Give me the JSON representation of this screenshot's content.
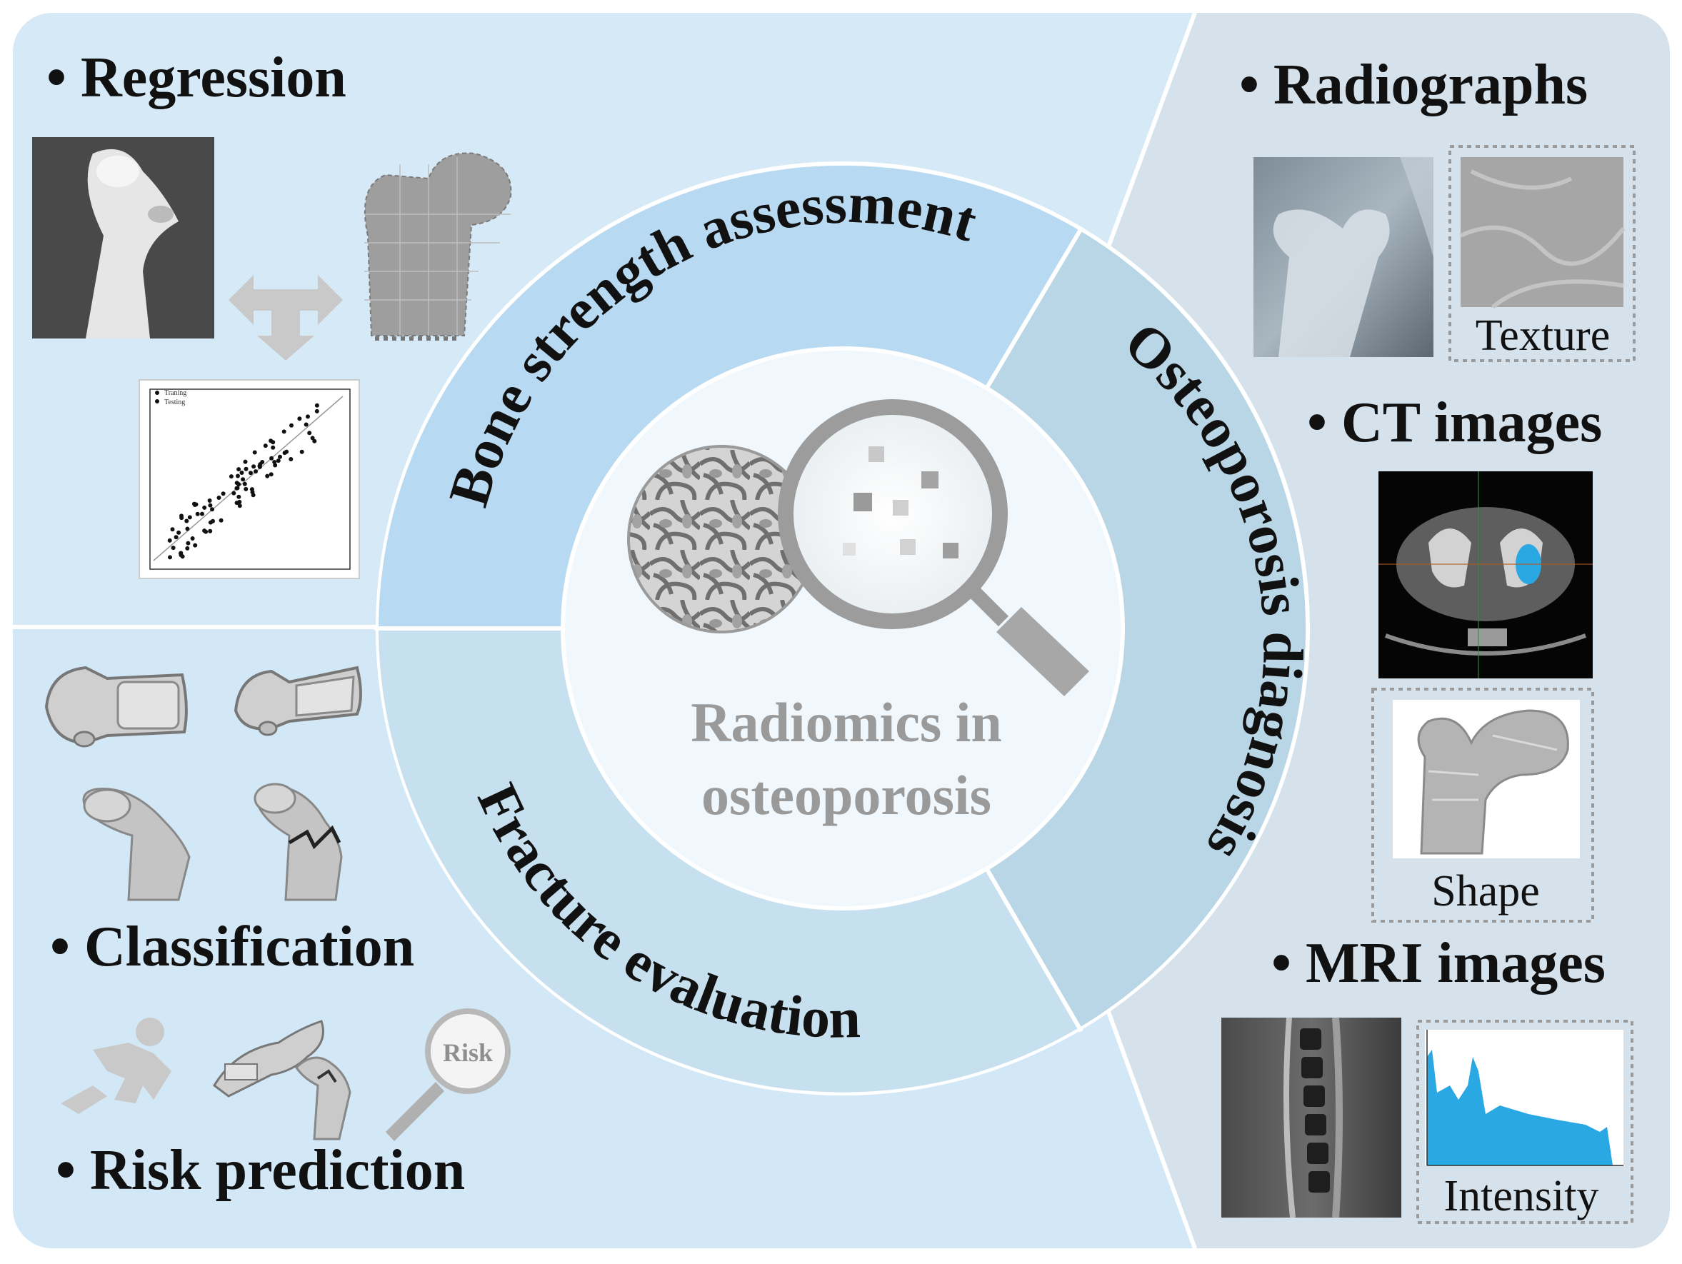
{
  "center": {
    "title_line1": "Radiomics in",
    "title_line2": "osteoporosis"
  },
  "ring": {
    "bone_strength": "Bone strength assessment",
    "osteoporosis_diagnosis": "Osteoporosis diagnosis",
    "fracture_evaluation": "Fracture evaluation"
  },
  "left": {
    "regression": "• Regression",
    "classification": "• Classification",
    "risk_prediction": "• Risk prediction",
    "risk_badge": "Risk",
    "legend_training": "Traning",
    "legend_testing": "Testing"
  },
  "right": {
    "radiographs": "• Radiographs",
    "texture": "Texture",
    "ct_images": "• CT images",
    "shape": "Shape",
    "mri_images": "• MRI images",
    "intensity": "Intensity"
  },
  "colors": {
    "top_left_panel": "#d6e9f6",
    "bottom_left_panel": "#d3e8f6",
    "right_panel": "#d5e2ec",
    "ring_bone": "#b7d9f1",
    "ring_osteo": "#b9d6e6",
    "ring_fracture": "#c6e0ef",
    "center_disc": "#f0f8fd",
    "histogram": "#2aa8e4"
  }
}
